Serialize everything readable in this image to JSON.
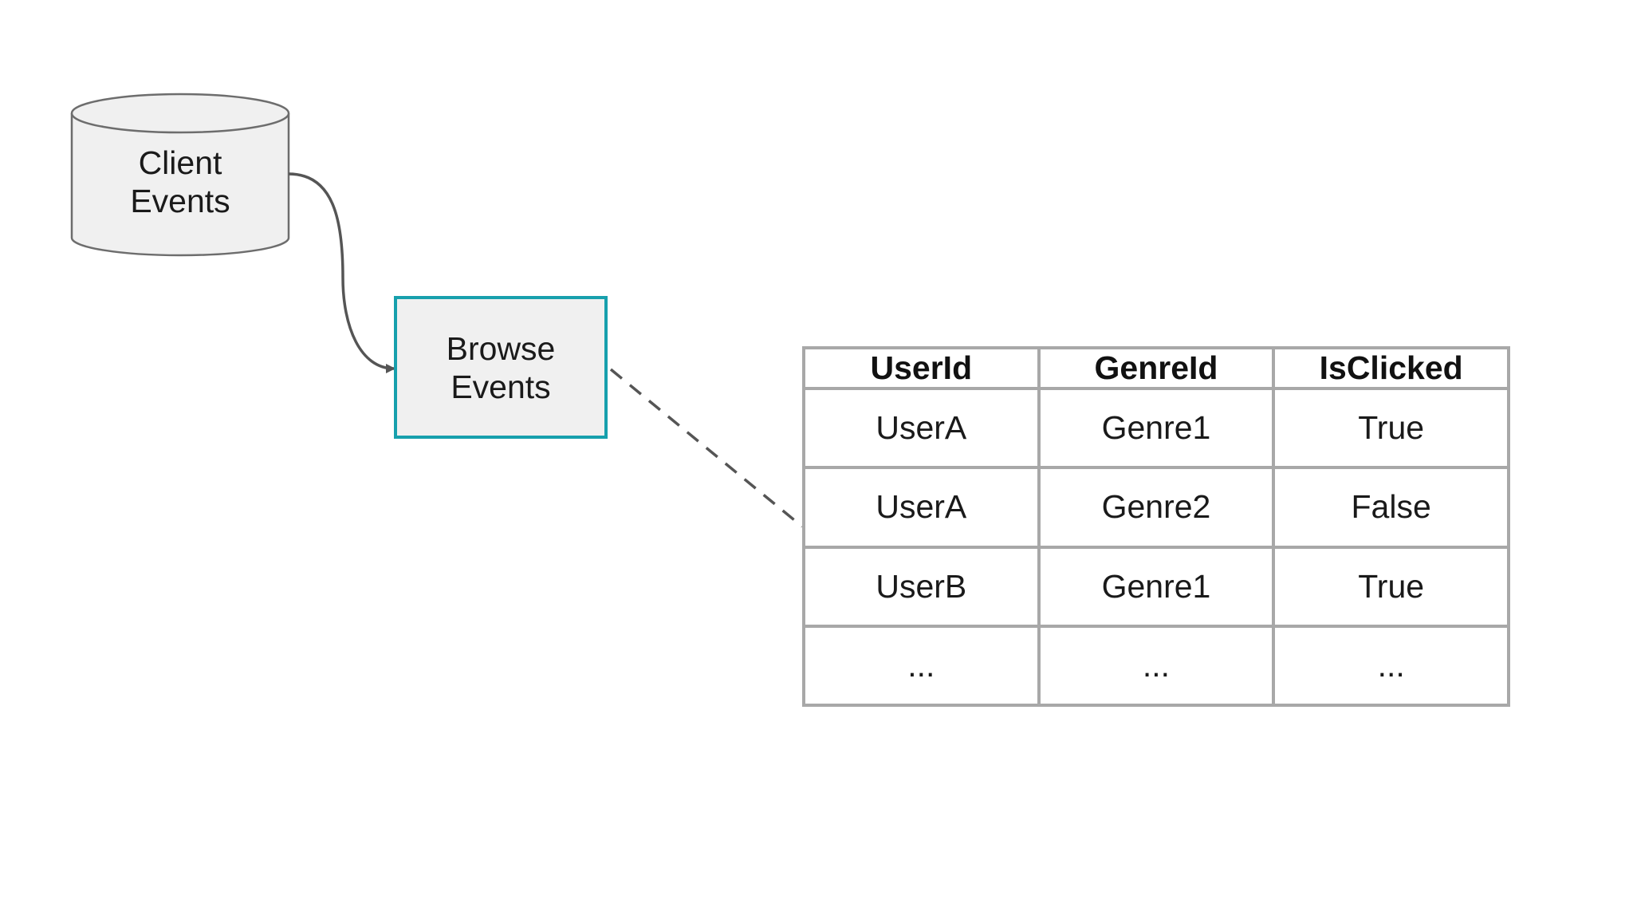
{
  "nodes": {
    "client_events": {
      "line1": "Client",
      "line2": "Events"
    },
    "browse_events": {
      "line1": "Browse",
      "line2": "Events"
    }
  },
  "table": {
    "headers": [
      "UserId",
      "GenreId",
      "IsClicked"
    ],
    "rows": [
      [
        "UserA",
        "Genre1",
        "True"
      ],
      [
        "UserA",
        "Genre2",
        "False"
      ],
      [
        "UserB",
        "Genre1",
        "True"
      ],
      [
        "...",
        "...",
        "..."
      ]
    ]
  },
  "colors": {
    "accent": "#17a0ad",
    "node_fill": "#f0f0f0",
    "table_border": "#a8a8a8",
    "connector": "#555555"
  }
}
